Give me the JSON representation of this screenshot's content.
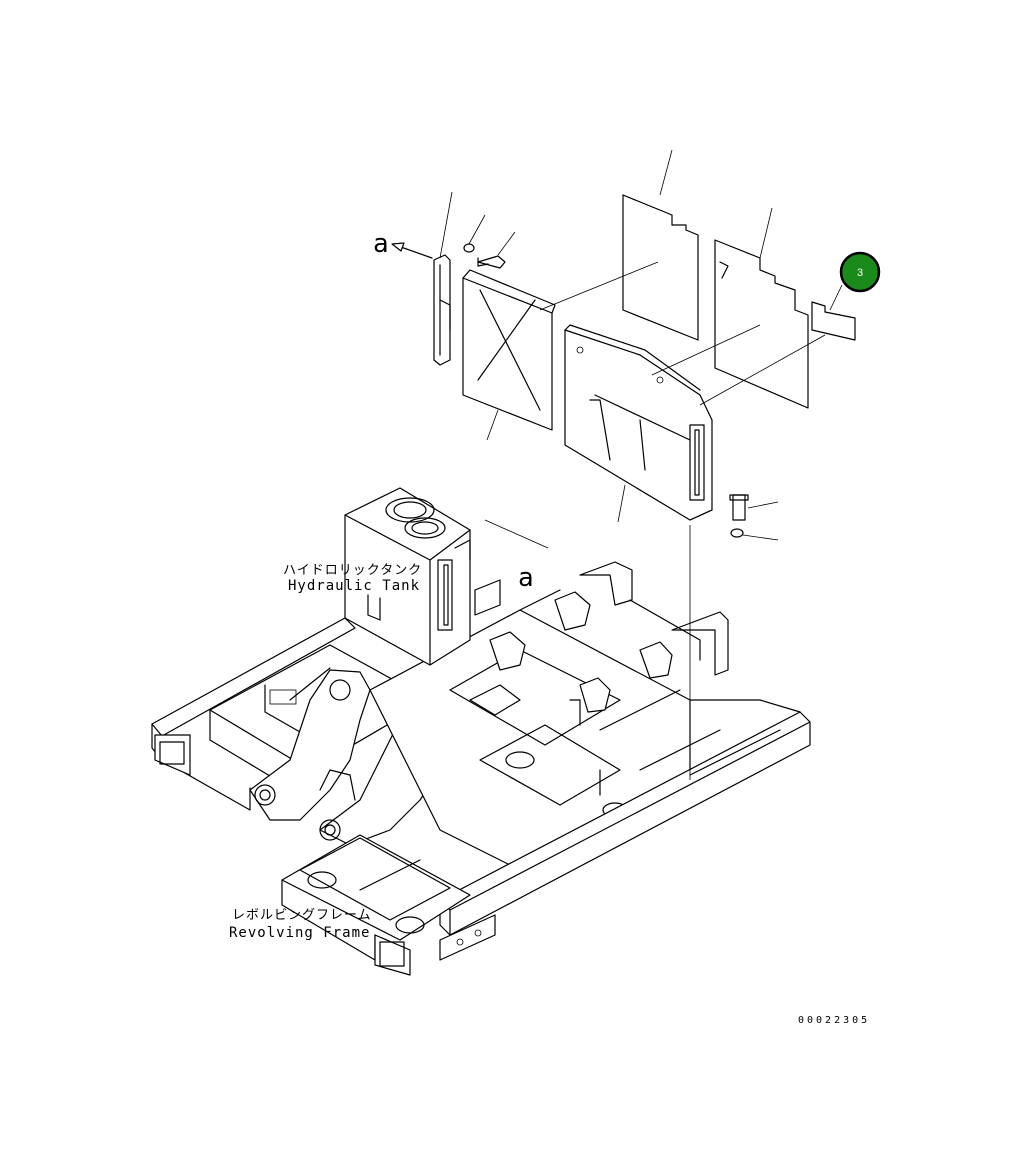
{
  "labels": {
    "hydraulic_tank_jp": "ハイドロリックタンク",
    "hydraulic_tank_en": "Hydraulic Tank",
    "revolving_frame_jp": "レボルビングフレーム",
    "revolving_frame_en": "Revolving Frame",
    "view_marker_top": "a",
    "view_marker_mid": "a",
    "drawing_code": "00022305"
  },
  "callouts": [
    {
      "number": "3",
      "color": "#1a8a1a"
    }
  ]
}
